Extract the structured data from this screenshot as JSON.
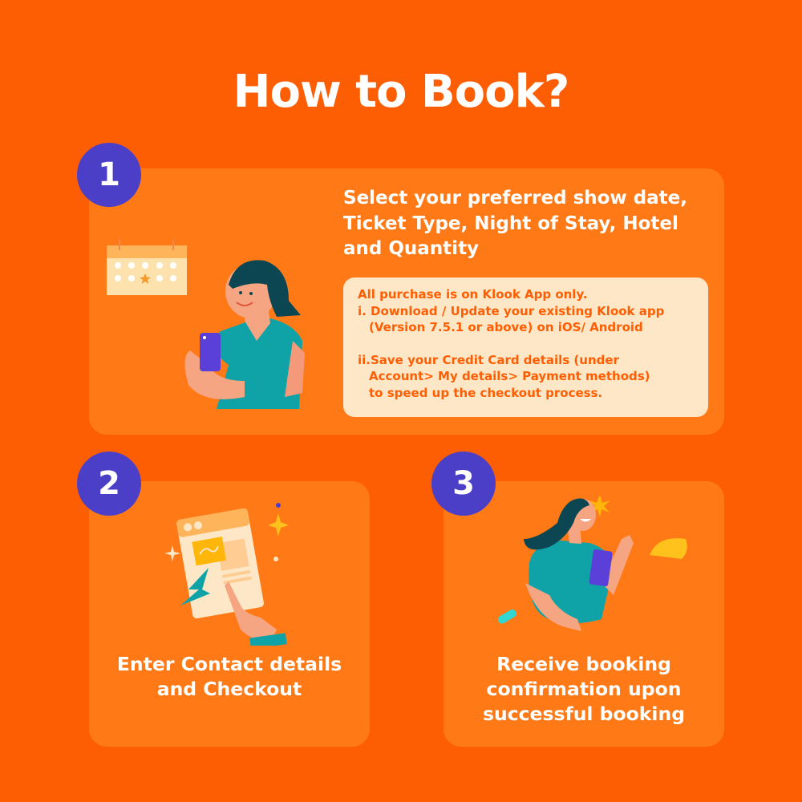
{
  "title": "How to Book?",
  "colors": {
    "background": "#fe5e03",
    "card": "#ff7a16",
    "badge": "#4b3fc8",
    "note_bg": "#fde7c6",
    "note_text": "#fe5e03"
  },
  "steps": [
    {
      "number": "1",
      "text_lines": [
        "Select your preferred show date,",
        "Ticket Type, Night of Stay, Hotel",
        "and Quantity"
      ],
      "illustration": "woman-with-phone-and-calendar-icon",
      "note": {
        "line1": "All purchase is on Klook App only.",
        "line2": "i. Download / Update your existing Klook app",
        "line3": "(Version 7.5.1 or above) on iOS/ Android",
        "line4": "ii.Save your Credit Card details (under",
        "line5": "Account> My details> Payment methods)",
        "line6": "to speed up the checkout process."
      }
    },
    {
      "number": "2",
      "text_lines": [
        "Enter Contact details",
        "and Checkout"
      ],
      "illustration": "hand-tapping-screen-icon"
    },
    {
      "number": "3",
      "text_lines": [
        "Receive booking",
        "confirmation upon",
        "successful booking"
      ],
      "illustration": "woman-waving-with-tablet-icon"
    }
  ]
}
